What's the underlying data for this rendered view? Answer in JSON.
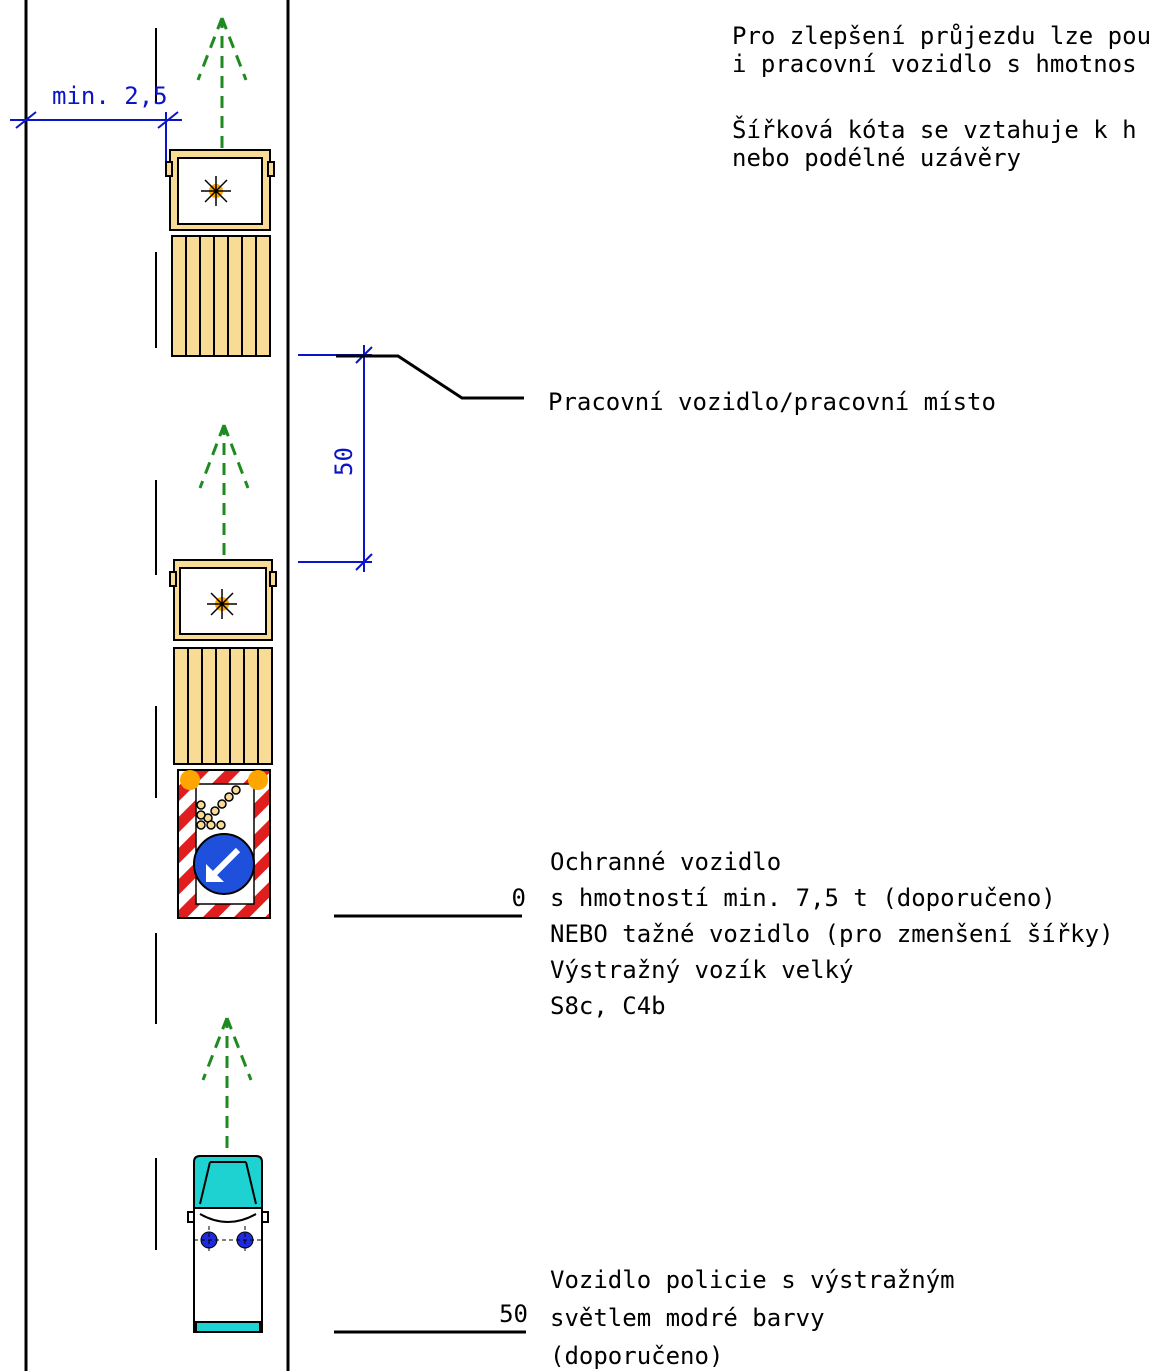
{
  "dimensions": {
    "lateral_label": "min. 2,5",
    "longitudinal_label": "50"
  },
  "notes": {
    "line1": "Pro zlepšení průjezdu lze pou",
    "line2": "i pracovní vozidlo s hmotnos",
    "line3": "Šířková kóta se vztahuje k h",
    "line4": "nebo podélné uzávěry"
  },
  "work_vehicle": {
    "label": "Pracovní vozidlo/pracovní místo"
  },
  "protection_vehicle": {
    "distance": "0",
    "line1": "Ochranné vozidlo",
    "line2": "s hmotností min. 7,5 t (doporučeno)",
    "line3": "NEBO tažné vozidlo (pro zmenšení šířky)",
    "line4": "Výstražný vozík velký",
    "line5": "S8c, C4b"
  },
  "police_vehicle": {
    "distance": "50",
    "line1": "Vozidlo policie s výstražným",
    "line2": "světlem modré barvy",
    "line3": "(doporučeno)"
  },
  "colors": {
    "arrow": "#1f8a1f",
    "dimension": "#0a14c8",
    "truck_body": "#f8dc96",
    "police_body": "#1ed2d2",
    "police_light": "#1e2bdc",
    "beacon": "#ffa500",
    "stripe_red": "#e01e1e",
    "sign_blue": "#1e50dc"
  },
  "icons": [
    "traffic-arrow-icon",
    "beacon-icon",
    "keep-left-sign-icon",
    "blue-light-icon"
  ]
}
